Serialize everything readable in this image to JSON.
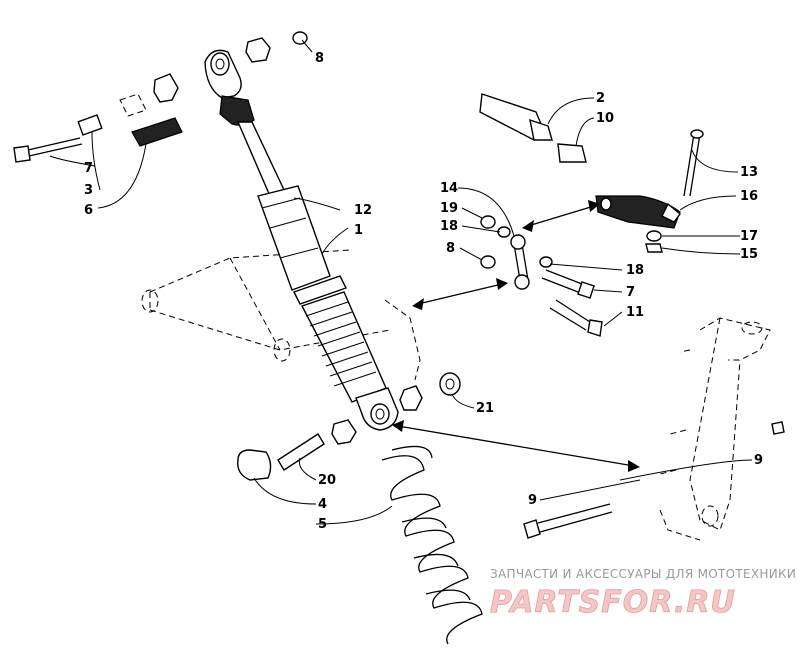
{
  "parts": [
    {
      "id": "p1",
      "number": "1"
    },
    {
      "id": "p2",
      "number": "2"
    },
    {
      "id": "p3",
      "number": "3"
    },
    {
      "id": "p4",
      "number": "4"
    },
    {
      "id": "p5",
      "number": "5"
    },
    {
      "id": "p6",
      "number": "6"
    },
    {
      "id": "p7a",
      "number": "7"
    },
    {
      "id": "p7b",
      "number": "7"
    },
    {
      "id": "p8a",
      "number": "8"
    },
    {
      "id": "p8b",
      "number": "8"
    },
    {
      "id": "p8c",
      "number": "8"
    },
    {
      "id": "p9",
      "number": "9"
    },
    {
      "id": "p10",
      "number": "10"
    },
    {
      "id": "p11",
      "number": "11"
    },
    {
      "id": "p12",
      "number": "12"
    },
    {
      "id": "p13",
      "number": "13"
    },
    {
      "id": "p14",
      "number": "14"
    },
    {
      "id": "p15",
      "number": "15"
    },
    {
      "id": "p16",
      "number": "16"
    },
    {
      "id": "p17",
      "number": "17"
    },
    {
      "id": "p18a",
      "number": "18"
    },
    {
      "id": "p18b",
      "number": "18"
    },
    {
      "id": "p19",
      "number": "19"
    },
    {
      "id": "p20",
      "number": "20"
    },
    {
      "id": "p21",
      "number": "21"
    }
  ],
  "watermark": {
    "tagline": "ЗАПЧАСТИ И АКСЕССУАРЫ ДЛЯ МОТОТЕХНИКИ",
    "logo": "PARTSFOR.RU"
  }
}
